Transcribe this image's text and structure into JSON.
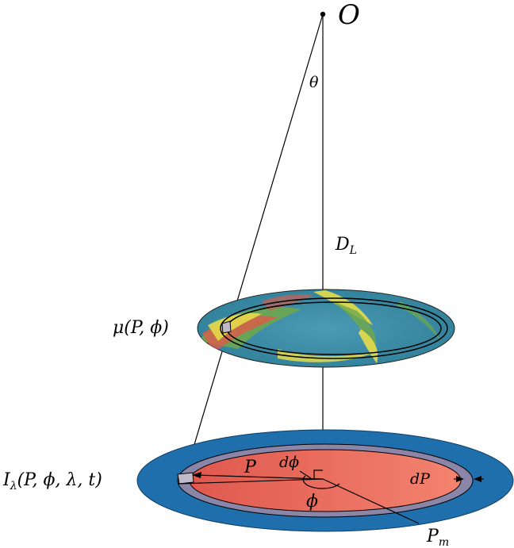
{
  "labels": {
    "observer": "O",
    "angle": "θ",
    "distance": "D",
    "distance_sub": "L",
    "magnification": "μ(P, ϕ)",
    "intensity_main": "I",
    "intensity_sub": "λ",
    "intensity_args": "(P, ϕ, λ, t)",
    "radius": "P",
    "dphi": "dϕ",
    "dP": "dP",
    "phi": "ϕ",
    "pmax": "P",
    "pmax_sub": "m"
  },
  "colors": {
    "outer_disk": "#1f6fad",
    "annulus": "#8b86a8",
    "inner_disk_left": "#e0584f",
    "inner_disk_right": "#f08070",
    "lens_base": "#3f8fa8",
    "caustic_yellow": "#e6dc4a",
    "caustic_red": "#e25a4a",
    "caustic_green": "#6fa84a"
  }
}
